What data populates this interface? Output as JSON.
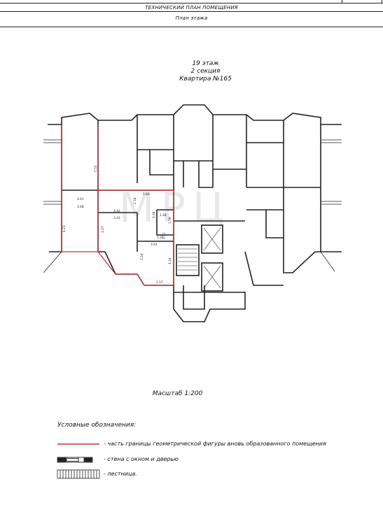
{
  "header": {
    "title": "ТЕХНИЧЕСКИЙ ПЛАН ПОМЕЩЕНИЯ",
    "subtitle": "План этажа"
  },
  "plan": {
    "floor": "19 этаж",
    "section": "2 секция",
    "apartment": "Квартира №165",
    "scale": "Масштаб 1:200",
    "watermark": "МРЦ",
    "dimensions": [
      "5.53",
      "3.41",
      "3.48",
      "4.23",
      "2.18",
      "1.60",
      "3.42",
      "3.43",
      "3.27",
      "4.48",
      "1.48",
      "1.59",
      "1.26",
      "3.16",
      "3.41",
      "4.24",
      "2.57",
      "1.51"
    ]
  },
  "legend": {
    "title": "Условные обозначения:",
    "items": [
      {
        "icon": "red-line-icon",
        "text": "- часть границы геометрической фигуры вновь образованного помещения"
      },
      {
        "icon": "wall-window-door-icon",
        "text": "- стена с окном и дверью"
      },
      {
        "icon": "stairs-icon",
        "text": "- лестница."
      }
    ]
  },
  "colors": {
    "boundary": "#d0312d",
    "wall": "#222222",
    "watermark": "#9a9a9a"
  }
}
